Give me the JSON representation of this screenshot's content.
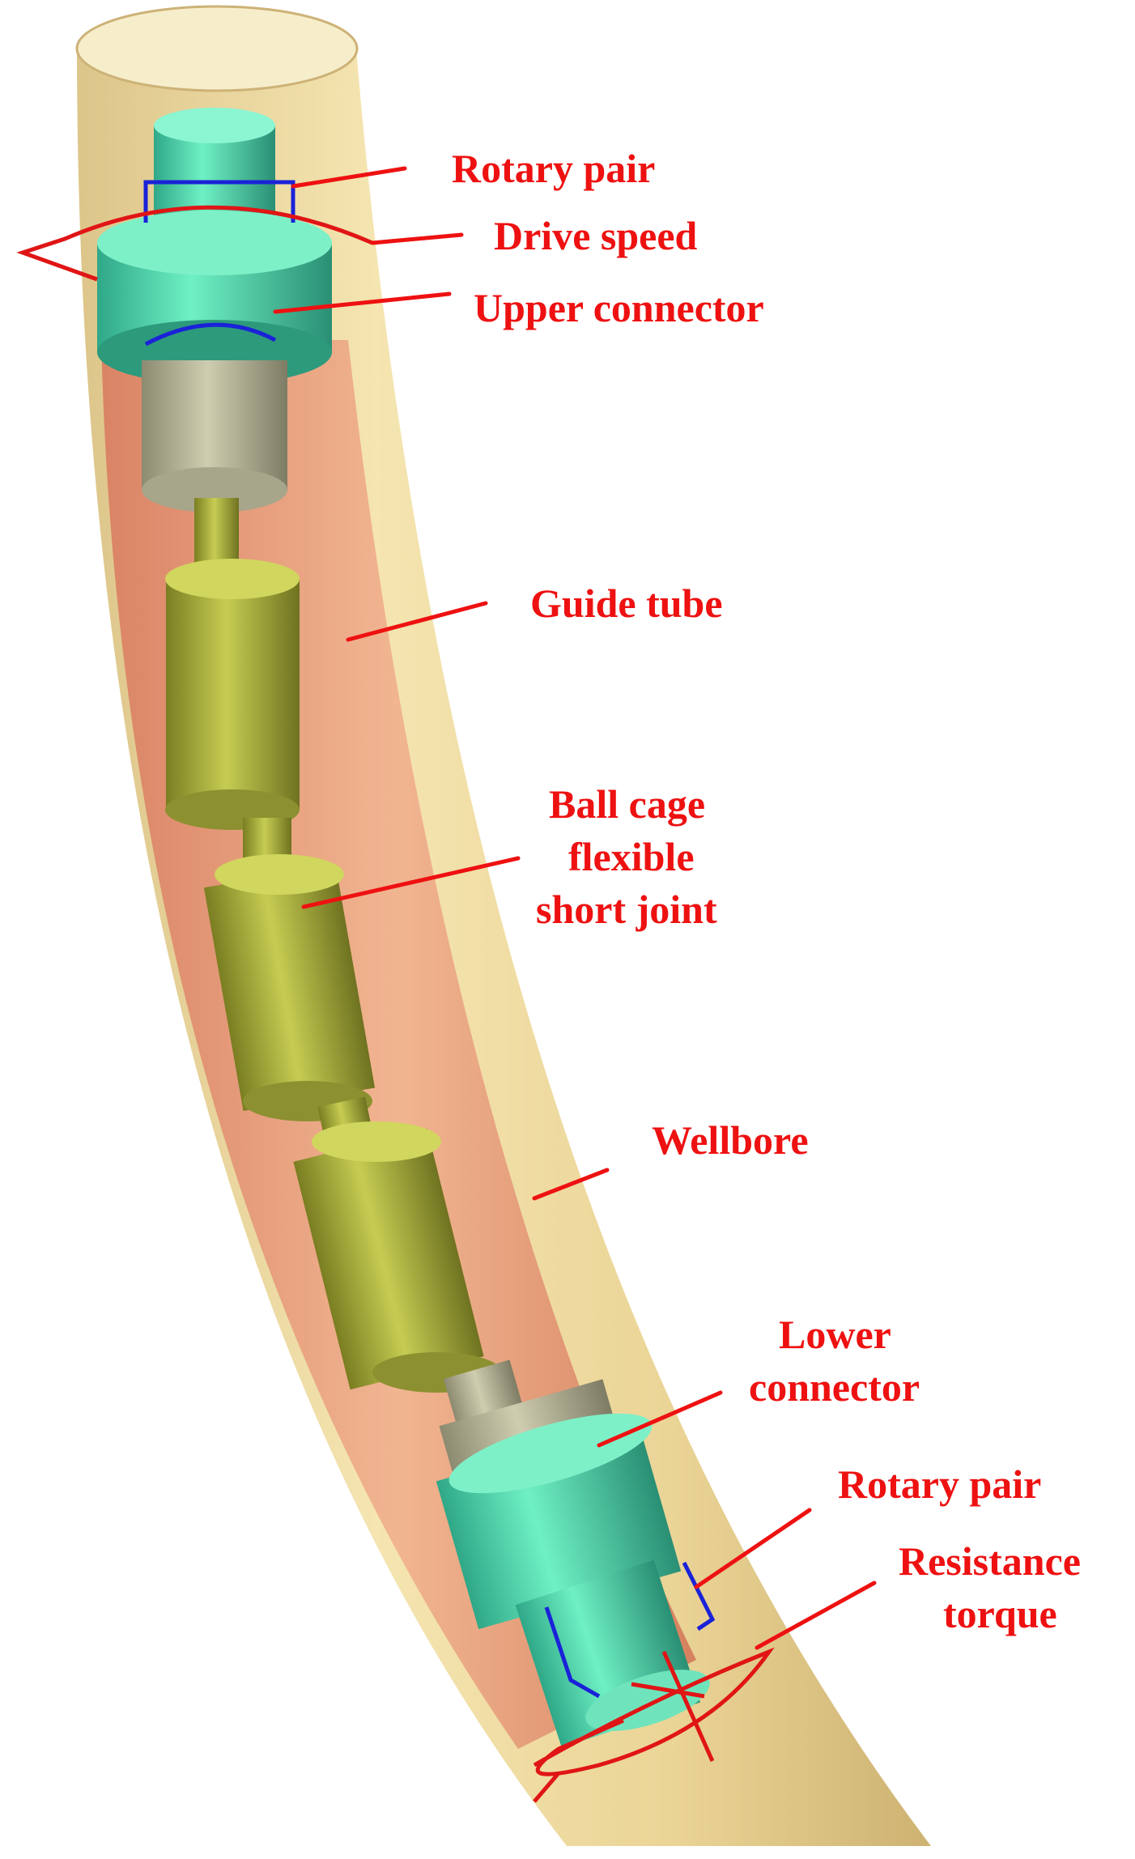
{
  "labels": {
    "rotary_pair_top": "Rotary pair",
    "drive_speed": "Drive speed",
    "upper_connector": "Upper connector",
    "guide_tube": "Guide tube",
    "ball_cage_line1": "Ball cage",
    "ball_cage_line2": "flexible",
    "ball_cage_line3": "short joint",
    "wellbore": "Wellbore",
    "lower_connector_line1": "Lower",
    "lower_connector_line2": "connector",
    "rotary_pair_bottom": "Rotary pair",
    "resistance_torque_line1": "Resistance",
    "resistance_torque_line2": "torque"
  },
  "colors": {
    "label_red": "#ee1111",
    "wellbore_tan": "#e8cf8a",
    "guide_tube_salmon": "#e2806a",
    "connector_teal": "#4fe0b0",
    "joint_olive": "#a8b03a",
    "rotary_blue": "#1a22d8"
  }
}
